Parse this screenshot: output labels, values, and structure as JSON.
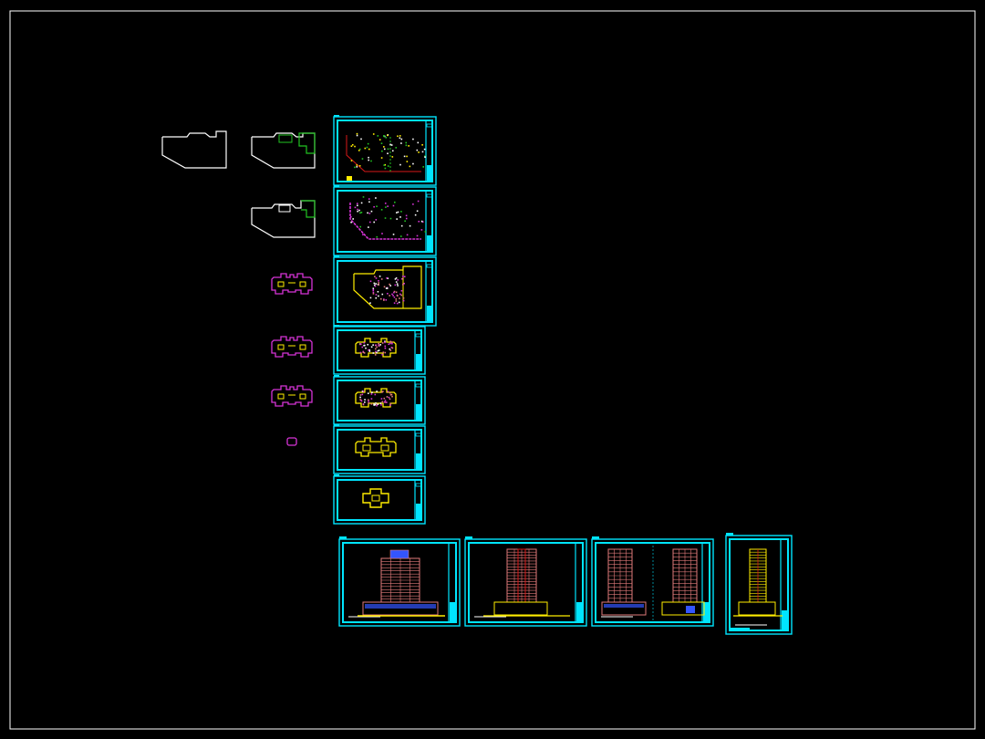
{
  "app": {
    "domain": "cad-drawing-viewer"
  },
  "colors": {
    "background": "#000000",
    "border": "#ffffff",
    "frame": "#00e5ff",
    "outline_white": "#ffffff",
    "outline_green": "#22c322",
    "magenta": "#d633d6",
    "yellow": "#ffee00",
    "red": "#d81818",
    "pink": "#e07a7a",
    "blue": "#3355ff"
  },
  "model_space": {
    "outlines": [
      {
        "name": "site-outline",
        "color": "outline_white"
      },
      {
        "name": "basement-outline",
        "color": "outline_white",
        "accent": "outline_green"
      },
      {
        "name": "ground-floor-outline",
        "color": "outline_white",
        "accent": "outline_green"
      },
      {
        "name": "podium-outline",
        "color": "magenta"
      },
      {
        "name": "typical-floor-outline-a",
        "color": "magenta"
      },
      {
        "name": "typical-floor-outline-b",
        "color": "magenta"
      },
      {
        "name": "roof-outline",
        "color": "magenta"
      }
    ],
    "sheets": [
      {
        "name": "sheet-site-plan"
      },
      {
        "name": "sheet-basement-plan"
      },
      {
        "name": "sheet-ground-floor-plan"
      },
      {
        "name": "sheet-typical-floor-a"
      },
      {
        "name": "sheet-typical-floor-b"
      },
      {
        "name": "sheet-roof-plan"
      },
      {
        "name": "sheet-machine-room-plan"
      },
      {
        "name": "sheet-front-elevation"
      },
      {
        "name": "sheet-side-elevation"
      },
      {
        "name": "sheet-back-elevation"
      },
      {
        "name": "sheet-section"
      }
    ]
  }
}
